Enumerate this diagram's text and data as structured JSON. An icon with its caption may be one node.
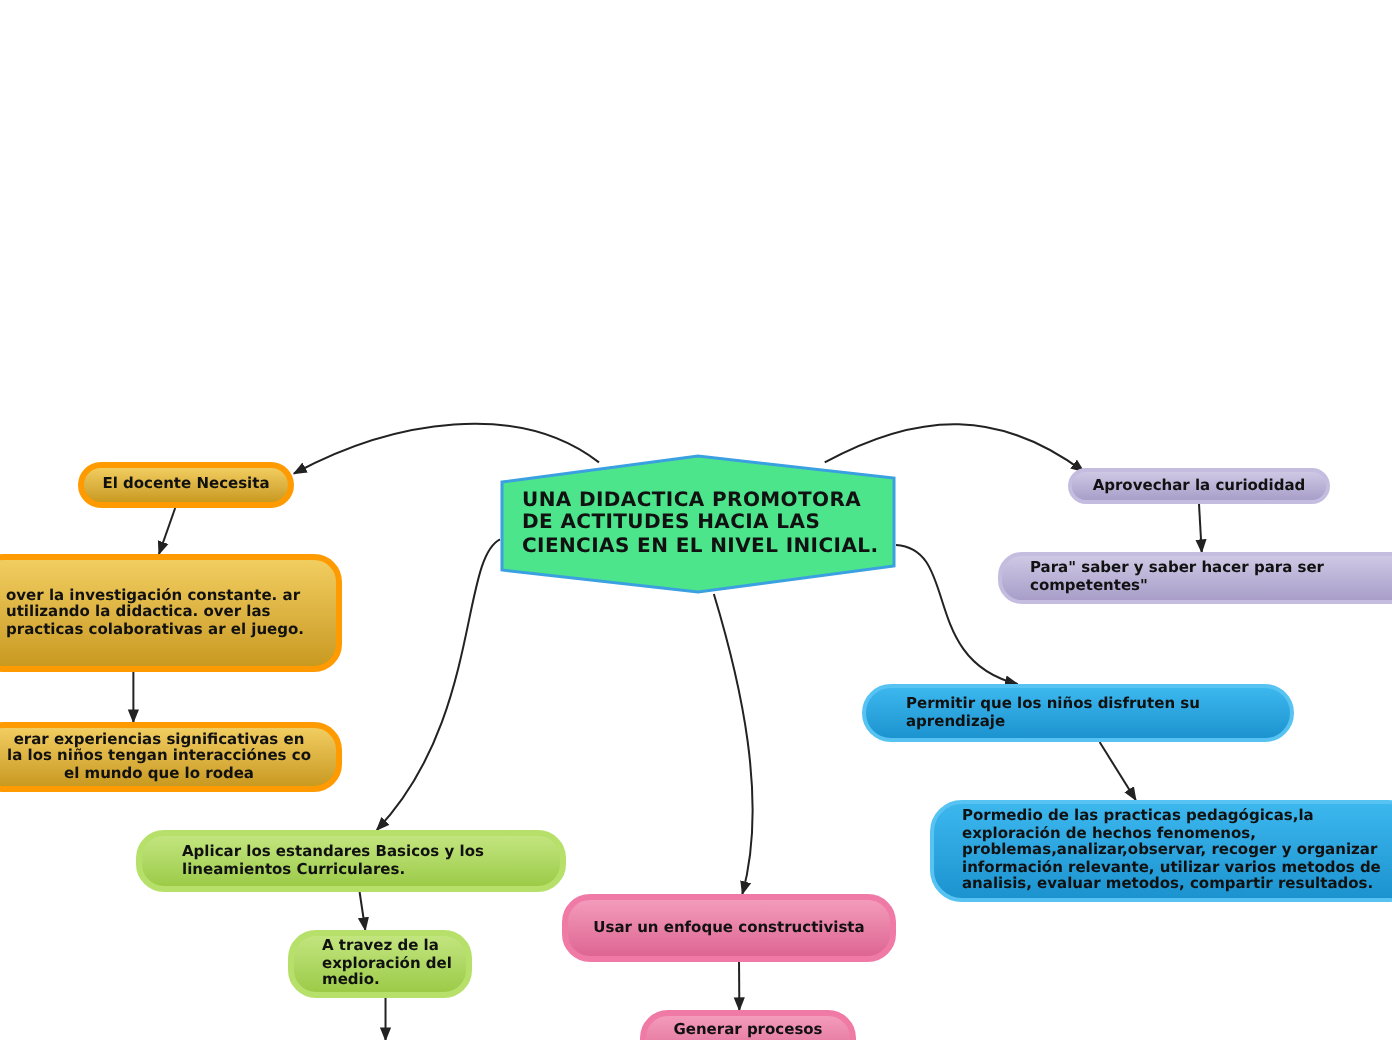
{
  "diagram": {
    "nodes": [
      {
        "text": [
          "UNA DIDACTICA PROMOTORA DE ACTITUDES HACIA LAS CIENCIAS EN EL NIVEL INICIAL."
        ]
      },
      {
        "text": [
          "El docente Necesita"
        ]
      },
      {
        "text": [
          "over la investigación constante. ar utilizando la didactica. over las practicas colaborativas ar el juego."
        ]
      },
      {
        "text": [
          "erar experiencias significativas en la los niños tengan interacciónes co el mundo que lo rodea"
        ]
      },
      {
        "text": [
          "Aprovechar la curiodidad"
        ]
      },
      {
        "text": [
          "Para\" saber y saber hacer para ser competentes\""
        ]
      },
      {
        "text": [
          "Permitir que los niños disfruten su aprendizaje"
        ]
      },
      {
        "text": [
          "Pormedio de las practicas pedagógicas,la exploración de hechos fenomenos, problemas,analizar,observar, recoger y organizar información relevante, utilizar varios metodos de analisis, evaluar metodos, compartir resultados."
        ]
      },
      {
        "text": [
          "Aplicar los estandares Basicos y los lineamientos Curriculares."
        ]
      },
      {
        "text": [
          "A travez de la exploración del medio."
        ]
      },
      {
        "text": [
          "Usar un enfoque constructivista"
        ]
      },
      {
        "text": [
          "Generar  procesos"
        ]
      }
    ],
    "edges": [
      {
        "from": 0,
        "to": 1,
        "arrow": "to"
      },
      {
        "from": 1,
        "to": 2,
        "arrow": "to"
      },
      {
        "from": 2,
        "to": 3,
        "arrow": "to"
      },
      {
        "from": 0,
        "to": 4,
        "arrow": "to"
      },
      {
        "from": 4,
        "to": 5,
        "arrow": "to"
      },
      {
        "from": 0,
        "to": 6,
        "arrow": "to"
      },
      {
        "from": 6,
        "to": 7,
        "arrow": "to"
      },
      {
        "from": 0,
        "to": 8,
        "arrow": "to"
      },
      {
        "from": 8,
        "to": 9,
        "arrow": "to"
      },
      {
        "from": 9,
        "to": null,
        "arrow": "to"
      },
      {
        "from": 0,
        "to": 10,
        "arrow": "to"
      },
      {
        "from": 10,
        "to": 11,
        "arrow": "to"
      }
    ]
  }
}
